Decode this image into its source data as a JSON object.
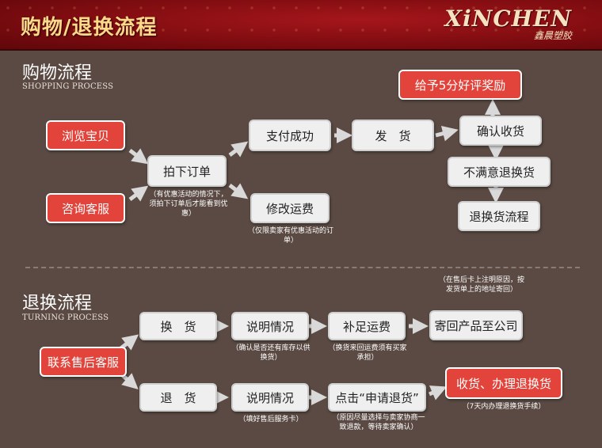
{
  "banner": {
    "title": "购物/退换流程",
    "brand_logo": "XiNCHEN",
    "brand_cn": "鑫晨塑胶"
  },
  "shopping": {
    "title": "购物流程",
    "subtitle": "SHOPPING PROCESS",
    "browse": "浏览宝贝",
    "consult": "咨询客服",
    "place_order": "拍下订单",
    "place_order_note": "（有优惠活动的情况下，须拍下订单后才能看到优惠）",
    "pay_success": "支付成功",
    "ship": "发　货",
    "confirm": "确认收货",
    "review_reward": "给予5分好评奖励",
    "unsatisfied": "不满意退换货",
    "return_process": "退换货流程",
    "modify_fee": "修改运费",
    "modify_fee_note": "（仅限卖家有优惠活动的订单）"
  },
  "returns": {
    "title": "退换流程",
    "subtitle": "TURNING PROCESS",
    "contact": "联系售后客服",
    "exchange": "换　货",
    "refund": "退　货",
    "explain1": "说明情况",
    "explain1_note": "（确认是否还有库存以供换货）",
    "extra_fee": "补足运费",
    "extra_fee_note": "（换货来回运费须有买家承担）",
    "send_back": "寄回产品至公司",
    "send_back_note": "（在售后卡上注明原因，按发货单上的地址寄回）",
    "explain2": "说明情况",
    "explain2_note": "（填好售后服务卡）",
    "apply_refund": "点击“申请退货”",
    "apply_refund_note": "（原因尽量选择与卖家协商一致退款，等待卖家确认）",
    "receive": "收货、办理退换货",
    "receive_note": "（7天内办理退换货手续）"
  }
}
